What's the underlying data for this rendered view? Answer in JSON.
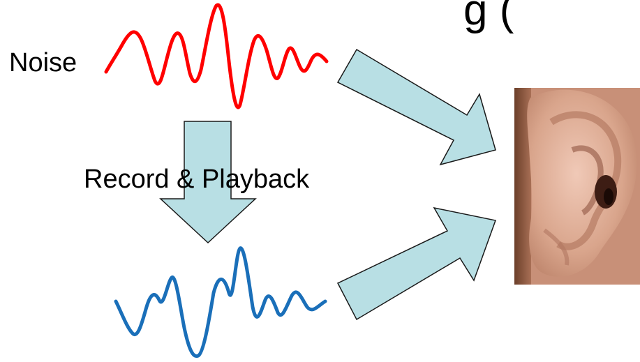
{
  "slide": {
    "title_fragment": "g (",
    "noise_label": "Noise",
    "record_playback_label": "Record & Playback"
  },
  "colors": {
    "noise_wave": "#ff0000",
    "playback_wave": "#1a6fb9",
    "arrow_fill": "#b8dfe4",
    "arrow_stroke": "#1a1a1a",
    "text": "#000000"
  },
  "icons": {
    "ear": "ear-photo"
  }
}
